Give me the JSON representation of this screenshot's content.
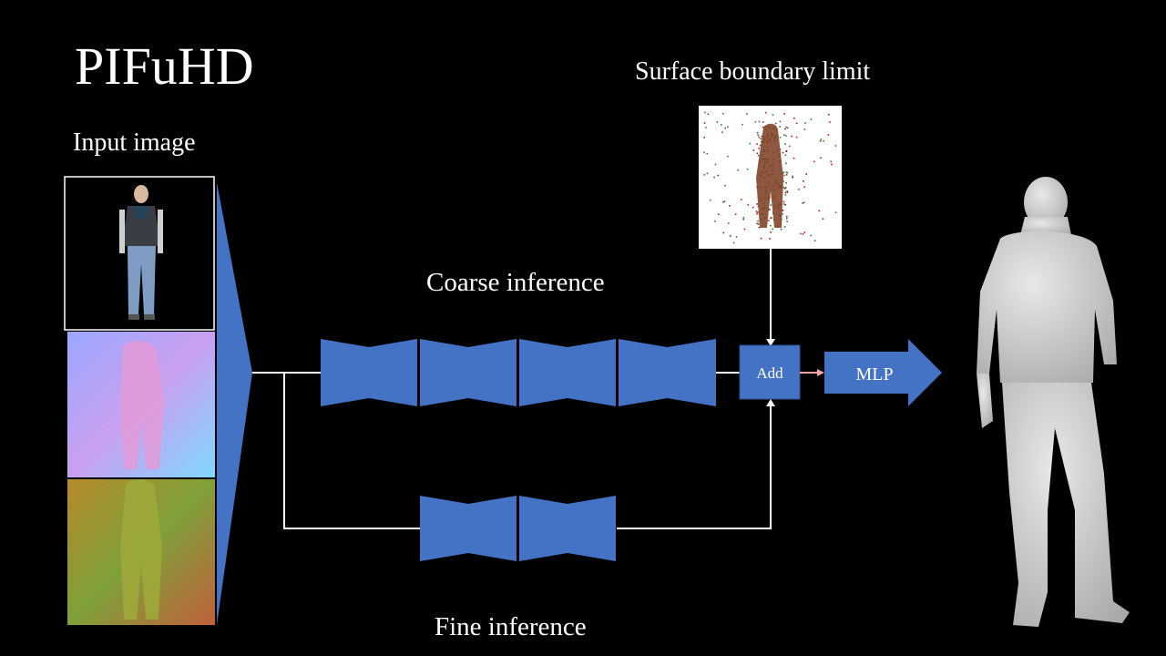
{
  "title": "PIFuHD",
  "labels": {
    "input_image": "Input image",
    "surface_boundary": "Surface boundary limit",
    "coarse_inference": "Coarse inference",
    "fine_inference": "Fine inference"
  },
  "nodes": {
    "add": "Add",
    "mlp": "MLP"
  },
  "colors": {
    "background": "#000000",
    "block_blue": "#4472c4",
    "line": "#ffffff",
    "arrow_pink": "#f4a6a6"
  }
}
